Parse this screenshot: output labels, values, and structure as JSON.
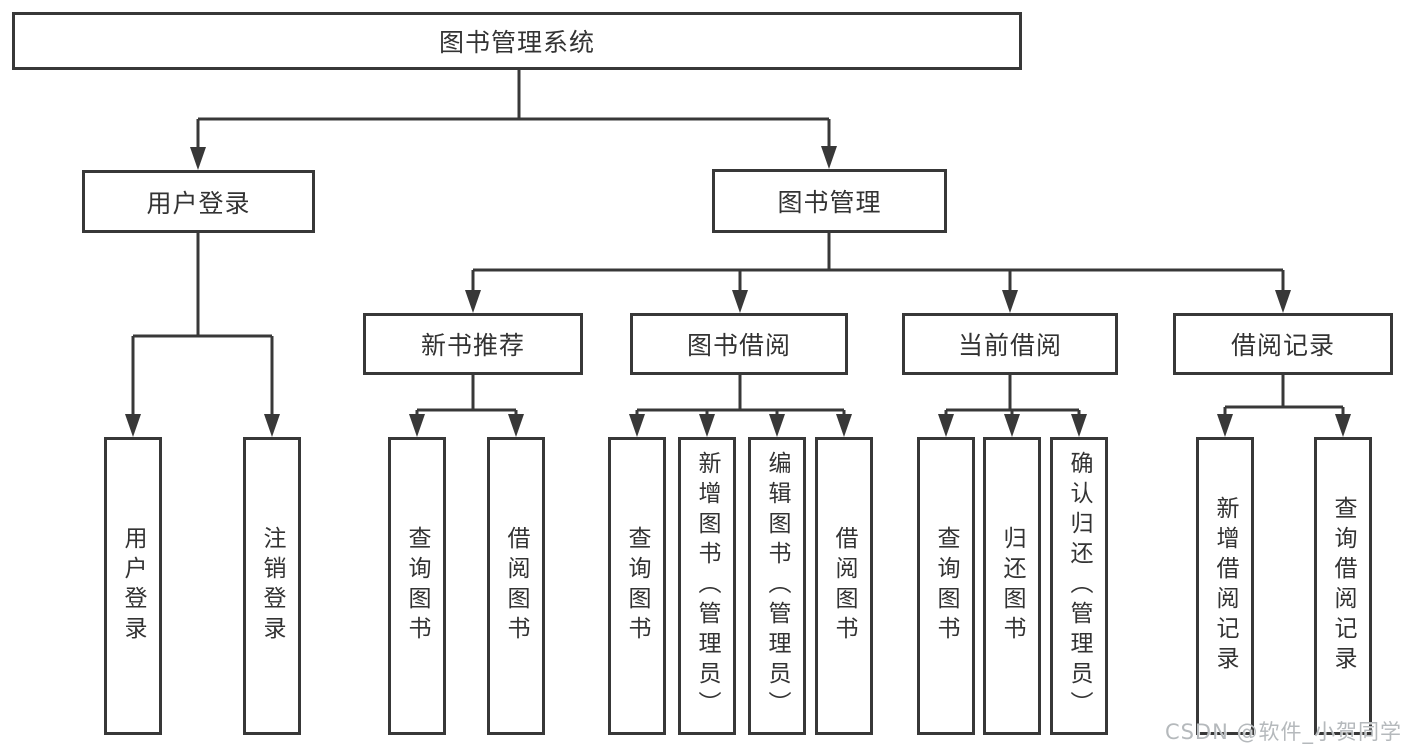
{
  "diagram": {
    "root": {
      "label": "图书管理系统"
    },
    "level2": [
      {
        "label": "用户登录",
        "parent": "图书管理系统"
      },
      {
        "label": "图书管理",
        "parent": "图书管理系统"
      }
    ],
    "level3": [
      {
        "label": "新书推荐",
        "parent": "图书管理"
      },
      {
        "label": "图书借阅",
        "parent": "图书管理"
      },
      {
        "label": "当前借阅",
        "parent": "图书管理"
      },
      {
        "label": "借阅记录",
        "parent": "图书管理"
      }
    ],
    "leaves": [
      {
        "label": "用户登录",
        "parent": "用户登录"
      },
      {
        "label": "注销登录",
        "parent": "用户登录"
      },
      {
        "label": "查询图书",
        "parent": "新书推荐"
      },
      {
        "label": "借阅图书",
        "parent": "新书推荐"
      },
      {
        "label": "查询图书",
        "parent": "图书借阅"
      },
      {
        "label": "新增图书（管理员）",
        "parent": "图书借阅"
      },
      {
        "label": "编辑图书（管理员）",
        "parent": "图书借阅"
      },
      {
        "label": "借阅图书",
        "parent": "图书借阅"
      },
      {
        "label": "查询图书",
        "parent": "当前借阅"
      },
      {
        "label": "归还图书",
        "parent": "当前借阅"
      },
      {
        "label": "确认归还（管理员）",
        "parent": "当前借阅"
      },
      {
        "label": "新增借阅记录",
        "parent": "借阅记录"
      },
      {
        "label": "查询借阅记录",
        "parent": "借阅记录"
      }
    ],
    "colors": {
      "line": "#383838",
      "text": "#333333",
      "background": "#ffffff",
      "watermark": "#b5b9bc"
    }
  },
  "watermark": {
    "text": "CSDN @软件_小贺同学"
  }
}
